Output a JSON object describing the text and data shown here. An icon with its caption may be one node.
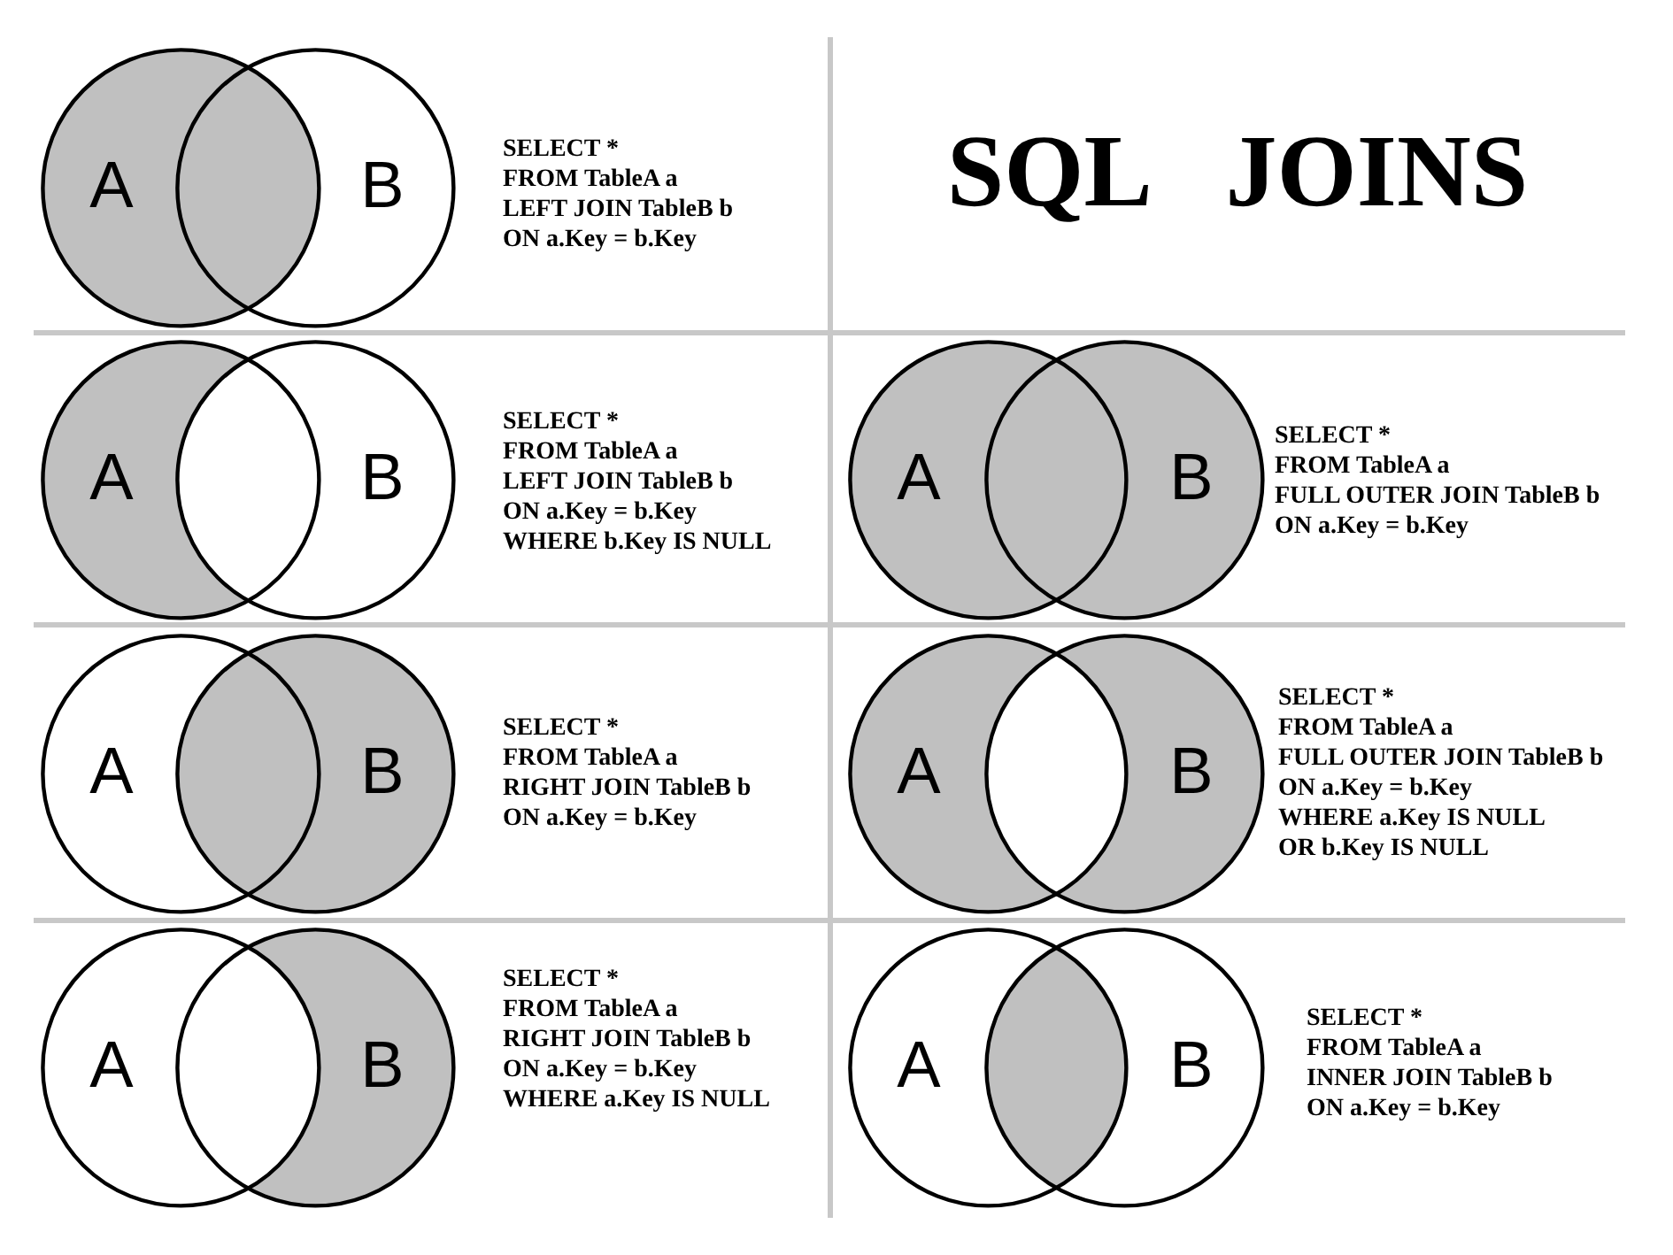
{
  "diagram": {
    "title": "SQL JOINS",
    "nodes": [
      {
        "text": [
          "A"
        ]
      },
      {
        "text": [
          "B"
        ]
      },
      {
        "text": [
          "A"
        ]
      },
      {
        "text": [
          "B"
        ]
      },
      {
        "text": [
          "A"
        ]
      },
      {
        "text": [
          "B"
        ]
      },
      {
        "text": [
          "A"
        ]
      },
      {
        "text": [
          "B"
        ]
      },
      {
        "text": [
          "A"
        ]
      },
      {
        "text": [
          "B"
        ]
      },
      {
        "text": [
          "A"
        ]
      },
      {
        "text": [
          "B"
        ]
      },
      {
        "text": [
          "A"
        ]
      },
      {
        "text": [
          "B"
        ]
      }
    ],
    "labels": [
      "SELECT *",
      "FROM TableA a",
      "LEFT JOIN TableB b",
      "ON a.Key = b.Key",
      "SELECT *",
      "FROM TableA a",
      "LEFT JOIN TableB b",
      "ON a.Key = b.Key",
      "WHERE b.Key IS NULL",
      "SELECT *",
      "FROM TableA a",
      "FULL OUTER JOIN TableB b",
      "ON a.Key = b.Key",
      "SELECT *",
      "FROM TableA a",
      "RIGHT JOIN TableB b",
      "ON a.Key = b.Key",
      "SELECT *",
      "FROM TableA a",
      "FULL OUTER JOIN TableB b",
      "ON a.Key = b.Key",
      "WHERE a.Key IS NULL",
      "OR b.Key IS NULL",
      "SELECT *",
      "FROM TableA a",
      "RIGHT JOIN TableB b",
      "ON a.Key = b.Key",
      "WHERE a.Key IS NULL",
      "SELECT *",
      "FROM TableA a",
      "INNER JOIN TableB b",
      "ON a.Key = b.Key"
    ]
  }
}
